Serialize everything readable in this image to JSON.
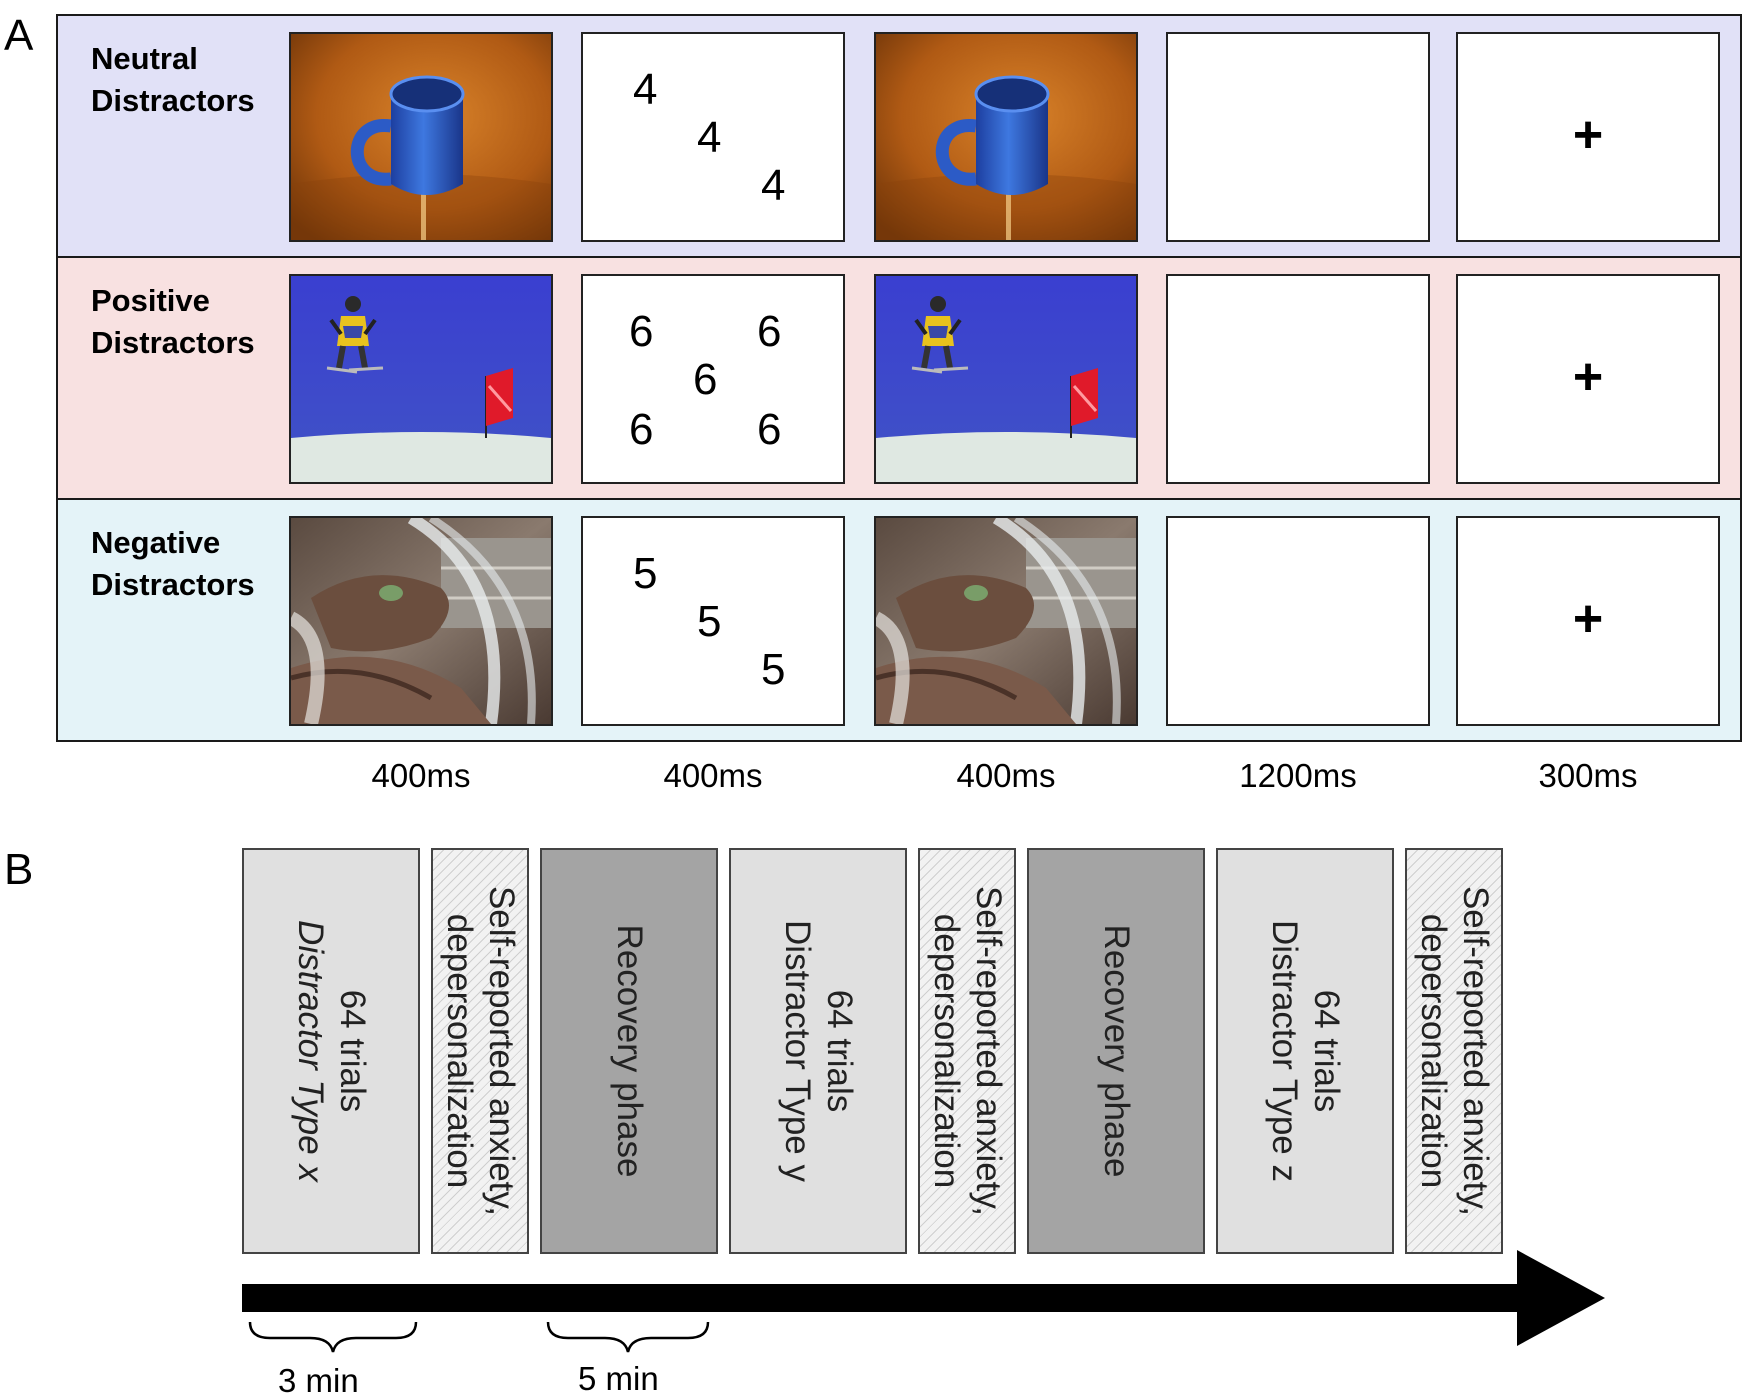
{
  "panels": {
    "a": "A",
    "b": "B"
  },
  "panel_a": {
    "rows": [
      {
        "label_line1": "Neutral",
        "label_line2": "Distractors",
        "image_icon": "blue-mug-photo",
        "digits": [
          "4",
          "4",
          "4"
        ],
        "fixation": "+"
      },
      {
        "label_line1": "Positive",
        "label_line2": "Distractors",
        "image_icon": "ski-jumper-photo",
        "digits": [
          "6",
          "6",
          "6",
          "6",
          "6"
        ],
        "fixation": "+"
      },
      {
        "label_line1": "Negative",
        "label_line2": "Distractors",
        "image_icon": "hospital-patient-photo",
        "digits": [
          "5",
          "5",
          "5"
        ],
        "fixation": "+"
      }
    ],
    "durations": [
      "400ms",
      "400ms",
      "400ms",
      "1200ms",
      "300ms"
    ]
  },
  "panel_b": {
    "blocks": [
      {
        "type": "trials",
        "line1": "64 trials",
        "line2": "Distractor Type x",
        "italic": true
      },
      {
        "type": "self",
        "line1": "Self-reported anxiety,",
        "line2": "depersonalization"
      },
      {
        "type": "recovery",
        "line1": "Recovery phase"
      },
      {
        "type": "trials",
        "line1": "64 trials",
        "line2": "Distractor Type y",
        "italic": false
      },
      {
        "type": "self",
        "line1": "Self-reported anxiety,",
        "line2": "depersonalization"
      },
      {
        "type": "recovery",
        "line1": "Recovery phase"
      },
      {
        "type": "trials",
        "line1": "64 trials",
        "line2": "Distractor Type z",
        "italic": false
      },
      {
        "type": "self",
        "line1": "Self-reported anxiety,",
        "line2": "depersonalization"
      }
    ],
    "braces": [
      "3 min",
      "5 min"
    ]
  }
}
